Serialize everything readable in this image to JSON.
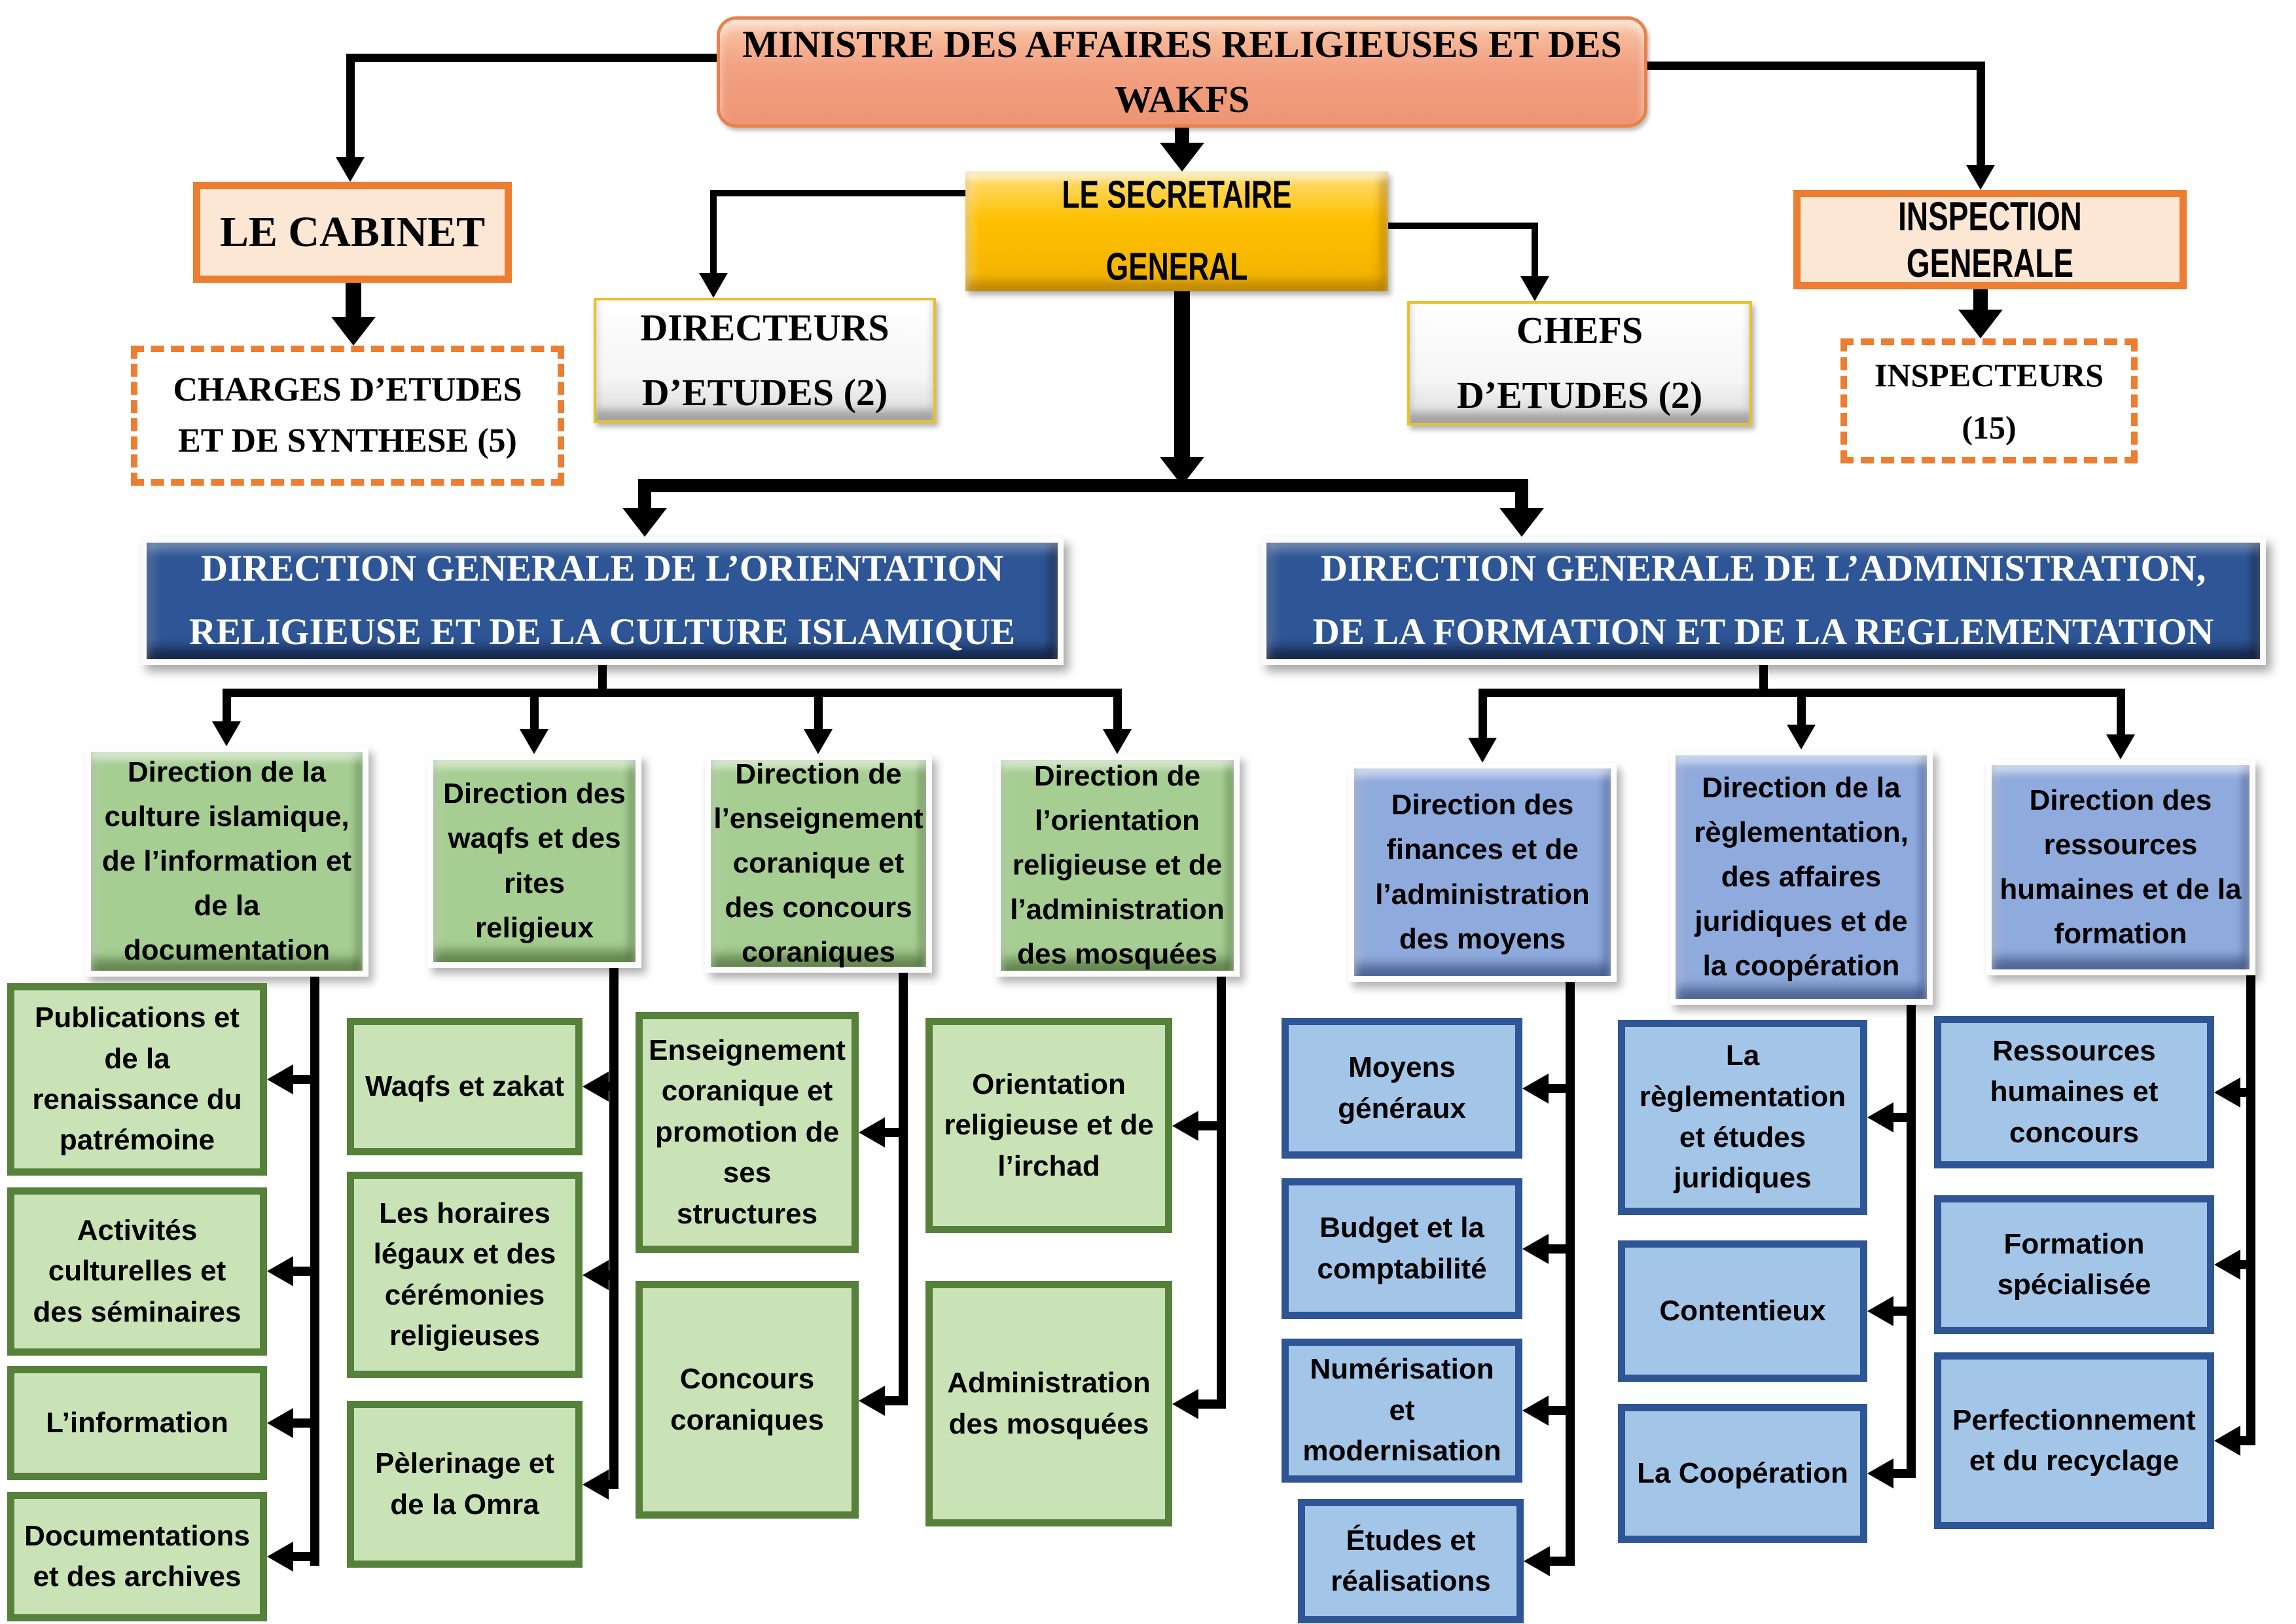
{
  "org": {
    "ministre_lines": [
      "MINISTRE DES AFFAIRES RELIGIEUSES ET DES",
      "WAKFS"
    ],
    "cabinet": "LE CABINET",
    "charges_lines": [
      "CHARGES D’ETUDES",
      "ET DE SYNTHESE (5)"
    ],
    "sg_lines": [
      "LE SECRETAIRE",
      "GENERAL"
    ],
    "directeurs_lines": [
      "DIRECTEURS",
      "D’ETUDES (2)"
    ],
    "chefs_lines": [
      "CHEFS",
      "D’ETUDES (2)"
    ],
    "inspection": "INSPECTION GENERALE",
    "inspecteurs_lines": [
      "INSPECTEURS",
      "(15)"
    ]
  },
  "left_division": {
    "title_lines": [
      "DIRECTION GENERALE DE L’ORIENTATION",
      "RELIGIEUSE ET DE LA CULTURE ISLAMIQUE"
    ],
    "directions": [
      {
        "label": "Direction de la culture islamique, de l’information et de la documentation",
        "services": [
          "Publications et de la renaissance du patrémoine",
          "Activités culturelles et des séminaires",
          "L’information",
          "Documentations et  des archives"
        ]
      },
      {
        "label": "Direction des waqfs et des rites religieux",
        "services": [
          "Waqfs et zakat",
          "Les horaires légaux  et des cérémonies religieuses",
          "Pèlerinage et de la Omra"
        ]
      },
      {
        "label": "Direction de l’enseignement coranique et des concours coraniques",
        "services": [
          "Enseignement coranique et promotion de ses structures",
          "Concours coraniques"
        ]
      },
      {
        "label": "Direction de l’orientation religieuse et de l’administration des mosquées",
        "services": [
          "Orientation religieuse et de l’irchad",
          "Administration des mosquées"
        ]
      }
    ]
  },
  "right_division": {
    "title_lines": [
      "DIRECTION GENERALE DE L’ADMINISTRATION,",
      "DE LA FORMATION ET DE LA REGLEMENTATION"
    ],
    "directions": [
      {
        "label": "Direction des finances et de l’administration des moyens",
        "services": [
          "Moyens généraux",
          "Budget et la comptabilité",
          "Numérisation et modernisation",
          "Études et réalisations"
        ]
      },
      {
        "label": "Direction de la règlementation, des affaires juridiques et de la coopération",
        "services": [
          "La règlementation et études juridiques",
          "Contentieux",
          "La Coopération"
        ]
      },
      {
        "label": "Direction des ressources humaines et de la formation",
        "services": [
          "Ressources humaines et concours",
          "Formation spécialisée",
          "Perfectionnement et du recyclage"
        ]
      }
    ]
  },
  "colors": {
    "accent_orange": "#ed7d31",
    "gold": "#ffc000",
    "navy": "#2e5696",
    "green_fill": "#a6ce92",
    "green_sub_fill": "#c9e3b6",
    "green_border": "#55813b",
    "blue_fill": "#8faadc",
    "blue_sub_fill": "#a3c6e8"
  }
}
